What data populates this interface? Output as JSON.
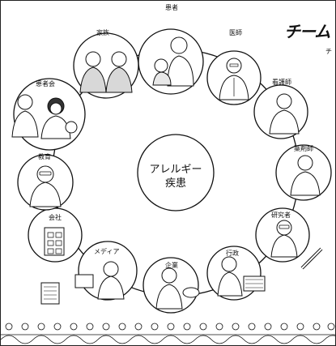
{
  "title": "チーム",
  "subtitle_fragment": "チ",
  "center": {
    "line1": "アレルギー",
    "line2": "疾患"
  },
  "nodes": [
    {
      "key": "patient",
      "label": "患者",
      "icon": "mother-and-baby-figure"
    },
    {
      "key": "doctor",
      "label": "医師",
      "icon": "doctor-figure"
    },
    {
      "key": "nurse",
      "label": "看護師",
      "icon": "nurse-figure"
    },
    {
      "key": "pharmacist",
      "label": "薬剤師",
      "icon": "pharmacist-figure"
    },
    {
      "key": "researcher",
      "label": "研究者",
      "icon": "researcher-figure"
    },
    {
      "key": "government",
      "label": "行政",
      "icon": "government-worker-figure"
    },
    {
      "key": "company",
      "label": "企業",
      "icon": "business-person-figure"
    },
    {
      "key": "media",
      "label": "メディア",
      "icon": "media-camera-figure"
    },
    {
      "key": "workplace",
      "label": "会社",
      "icon": "office-building-icon"
    },
    {
      "key": "education",
      "label": "教育",
      "icon": "teacher-figure"
    },
    {
      "key": "patient_assoc",
      "label": "患者会",
      "icon": "patient-group-figure"
    },
    {
      "key": "family",
      "label": "家族",
      "icon": "family-couple-figure"
    }
  ],
  "footer_icon": "people-holding-hands-border-icon"
}
